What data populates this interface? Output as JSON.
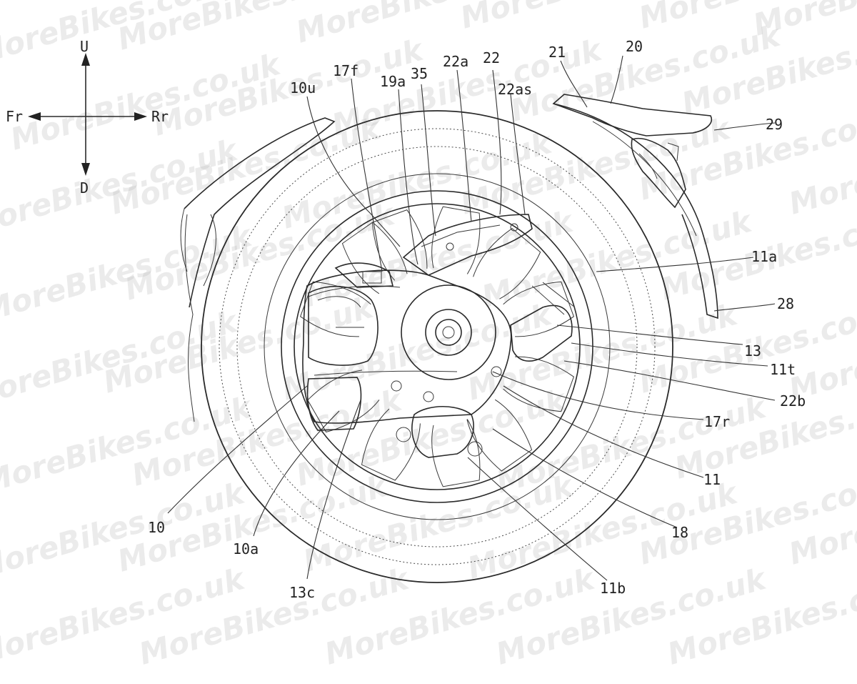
{
  "diagram": {
    "watermark": "MoreBikes.co.uk",
    "directions": {
      "up": "U",
      "down": "D",
      "front": "Fr",
      "rear": "Rr"
    },
    "labels": {
      "l20": "20",
      "l21": "21",
      "l29": "29",
      "l10u": "10u",
      "l17f": "17f",
      "l19a": "19a",
      "l35": "35",
      "l22a": "22a",
      "l22": "22",
      "l22as": "22as",
      "l11a": "11a",
      "l28": "28",
      "l13": "13",
      "l11t": "11t",
      "l22b": "22b",
      "l17r": "17r",
      "l11": "11",
      "l18": "18",
      "l11b": "11b",
      "l13c": "13c",
      "l10a": "10a",
      "l10": "10"
    },
    "colors": {
      "line": "#2a2a2a",
      "watermark": "#b9b9b9",
      "hatch": "#555555"
    }
  }
}
